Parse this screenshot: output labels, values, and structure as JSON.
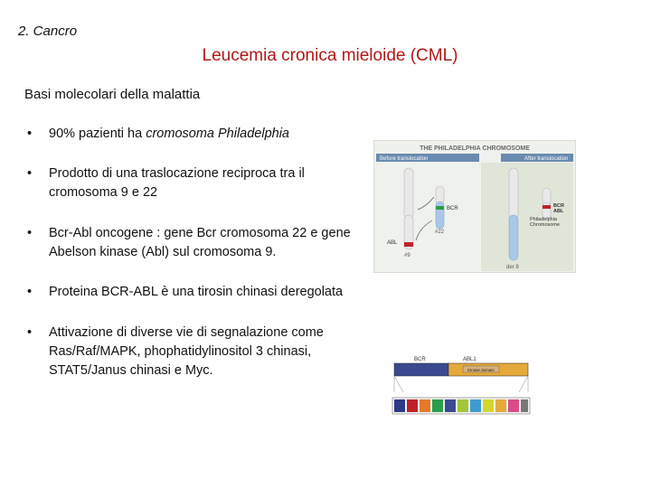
{
  "section_label": "2. Cancro",
  "title": "Leucemia cronica mieloide (CML)",
  "subtitle": "Basi molecolari della malattia",
  "bullets": {
    "b0": {
      "pre": "90% pazienti ha ",
      "italic": "cromosoma Philadelphia"
    },
    "b1": "Prodotto di una traslocazione reciproca tra il cromosoma 9  e 22",
    "b2": "Bcr-Abl oncogene : gene Bcr cromosoma 22 e gene Abelson kinase (Abl) sul cromosoma 9.",
    "b3": "Proteina BCR-ABL è una tirosin chinasi deregolata",
    "b4": "Attivazione di diverse vie di segnalazione come Ras/Raf/MAPK,  phophatidylinositol 3 chinasi, STAT5/Janus chinasi e Myc."
  },
  "figure_philadelphia": {
    "heading": "THE PHILADELPHIA CHROMOSOME",
    "before_label": "Before translocation",
    "after_label": "After translocation",
    "bcr": "BCR",
    "abl": "ABL",
    "chr22": "#22",
    "chr9": "#9",
    "ph_bcr": "BCR",
    "ph_abl": "ABL",
    "ph_line1": "Philadelphia",
    "ph_line2": "Chromosome",
    "der9": "der 9"
  },
  "figure_bcrabl": {
    "bcr": "BCR",
    "abl": "ABL1",
    "kinase": "Kinase domain"
  },
  "colors": {
    "title": "#b01717",
    "figure_bg": "#eef1ec",
    "header_band": "#6a8bb0",
    "chromosome": "#e9e9ea",
    "chromosome_blue": "#a9c7e6",
    "band_red": "#c0222b",
    "kinase_bar": "#e5a93a",
    "bcr_bar": "#3b4a90"
  }
}
